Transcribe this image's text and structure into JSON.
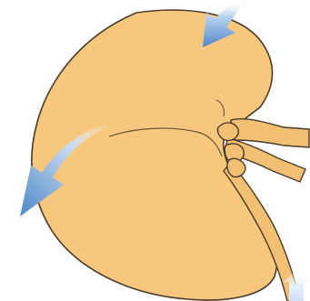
{
  "diagram": {
    "colors": {
      "background": "#ffffff",
      "organ_fill": "#f6c77c",
      "organ_outline": "#4a3b2a",
      "vessel_fill": "#f2c073",
      "arrow_dark": "#4f88c8",
      "arrow_light": "#e6f0fb"
    },
    "elements": [
      {
        "name": "kidney",
        "kind": "organ"
      },
      {
        "name": "renal-hilum",
        "kind": "vessels"
      },
      {
        "name": "arrow-top-right",
        "direction": "inward"
      },
      {
        "name": "arrow-left",
        "direction": "outward"
      },
      {
        "name": "arrow-bottom-right",
        "direction": "outward"
      }
    ]
  }
}
